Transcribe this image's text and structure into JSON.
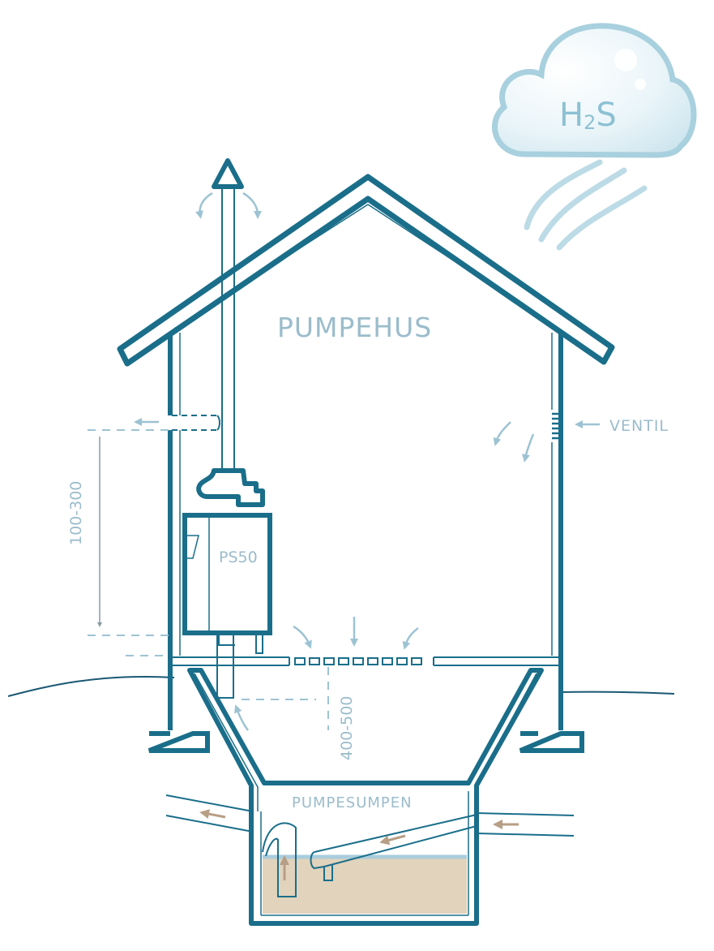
{
  "labels": {
    "house": "PUMPEHUS",
    "vent": "VENTIL",
    "unit": "PS50",
    "sump": "PUMPESUMPEN",
    "gas_h": "H",
    "gas_sub": "2",
    "gas_s": "S",
    "dim_upper": "100-300",
    "dim_lower": "400-500"
  },
  "colors": {
    "wall": "#1a6e8a",
    "light": "#9dc3d3",
    "label": "#9bbccb",
    "dim": "#8a9aa3",
    "ground": "#1a5873",
    "sludge": "#e1d3bc",
    "water": "#a9cddc",
    "flow_arrow": "#b79e86",
    "cloud_light": "#e3f1f6",
    "cloud_edge": "#a8d0de"
  },
  "icons": [
    "exhaust-arrow-icon",
    "airflow-arrow-icon",
    "cloud-icon"
  ]
}
